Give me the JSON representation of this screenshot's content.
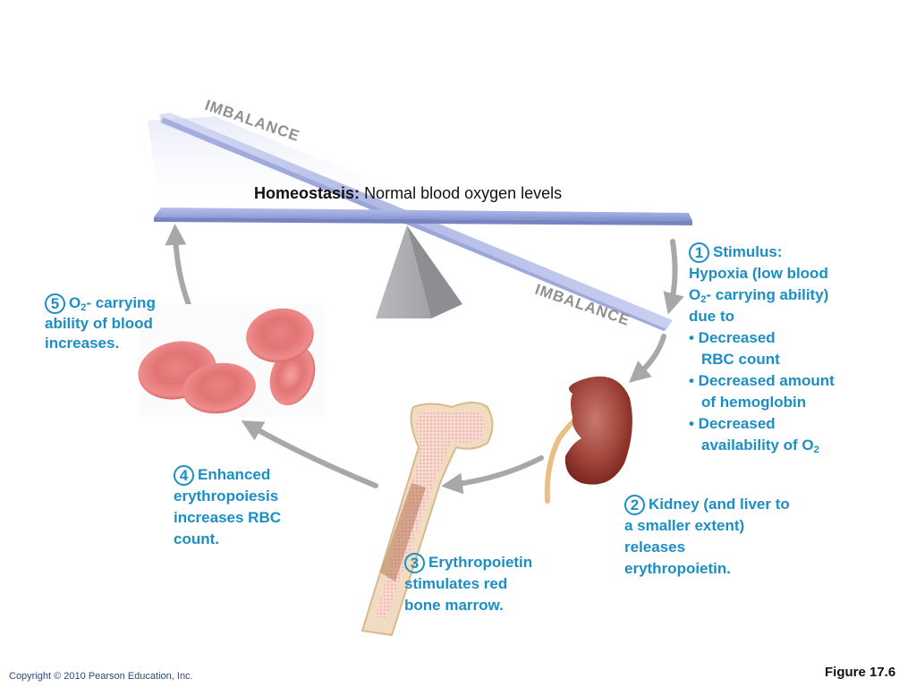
{
  "title": {
    "bold": "Homeostasis:",
    "rest": "Normal blood oxygen levels"
  },
  "imbalance_top": "IMBALANCE",
  "imbalance_bottom": "IMBALANCE",
  "steps": {
    "s1": {
      "number": "1",
      "heading": "Stimulus:",
      "line1": "Hypoxia (low blood",
      "line2_pre": "O",
      "line2_sub": "2",
      "line2_post": "- carrying ability)",
      "line3": "due to",
      "bullets": [
        {
          "first": "• Decreased",
          "second": "RBC count"
        },
        {
          "first": "• Decreased amount",
          "second": "of hemoglobin"
        },
        {
          "first": "• Decreased",
          "second_pre": "availability of O",
          "second_sub": "2"
        }
      ]
    },
    "s2": {
      "number": "2",
      "lines": [
        "Kidney (and liver to",
        "a smaller extent)",
        "releases",
        "erythropoietin."
      ]
    },
    "s3": {
      "number": "3",
      "lines": [
        "Erythropoietin",
        "stimulates red",
        "bone marrow."
      ]
    },
    "s4": {
      "number": "4",
      "lines": [
        "Enhanced",
        "erythropoiesis",
        "increases RBC",
        "count."
      ]
    },
    "s5": {
      "number": "5",
      "line1_pre": "O",
      "line1_sub": "2",
      "line1_post": "- carrying",
      "lines": [
        "ability of blood",
        "increases."
      ]
    }
  },
  "footer": {
    "copyright": "Copyright © 2010 Pearson Education, Inc.",
    "figure": "Figure 17.6"
  },
  "colors": {
    "label_text": "#1b8fc4",
    "beam": "#9aa6dc",
    "arrow": "#a8a8ab",
    "fulcrum": "#a9aaad",
    "rbc": "#e06a6a",
    "kidney": "#9c3a30",
    "bone_marrow": "#f3b5ac"
  }
}
